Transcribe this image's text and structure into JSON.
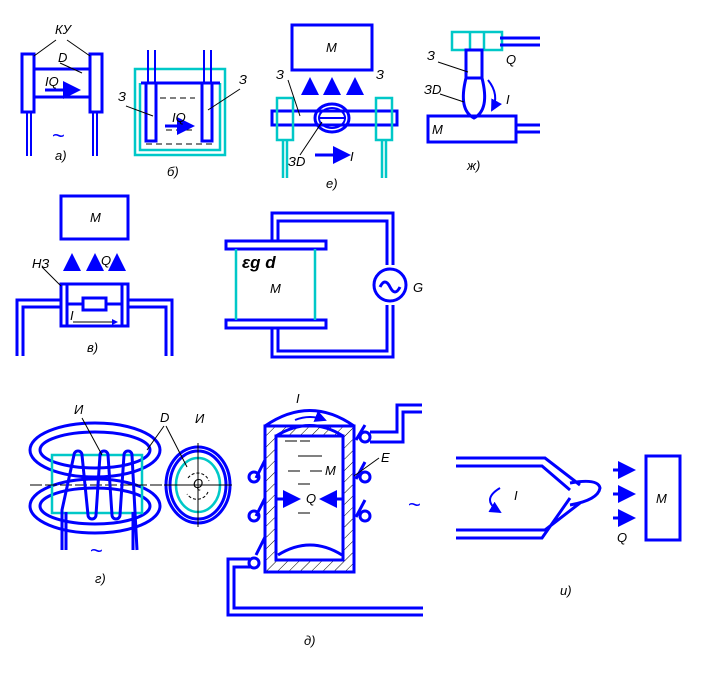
{
  "colors": {
    "line": "#0000ff",
    "accent": "#00c8c8",
    "text": "#000000"
  },
  "a": {
    "ku": "КУ",
    "d": "D",
    "iq": "IQ",
    "ac": "~",
    "caption": "а)"
  },
  "b": {
    "z1": "З",
    "z2": "З",
    "iq": "IQ",
    "caption": "б)"
  },
  "e": {
    "m": "М",
    "z1": "З",
    "z2": "З",
    "zd": "ЗD",
    "i": "I",
    "caption": "е)"
  },
  "zh": {
    "z": "З",
    "q": "Q",
    "zd": "ЗD",
    "i": "I",
    "m": "М",
    "caption": "ж)"
  },
  "v": {
    "m": "М",
    "nz": "НЗ",
    "q": "Q",
    "i": "I",
    "caption": "в)"
  },
  "cap": {
    "formula": "εg d",
    "m": "М",
    "g": "G"
  },
  "g": {
    "i1": "И",
    "d": "D",
    "i2": "И",
    "q": "Q",
    "ac": "~",
    "caption": "г)"
  },
  "d": {
    "i": "I",
    "m": "М",
    "e": "E",
    "q": "Q",
    "ac": "~",
    "caption": "д)"
  },
  "i": {
    "i": "I",
    "m": "М",
    "q": "Q",
    "caption": "и)"
  }
}
